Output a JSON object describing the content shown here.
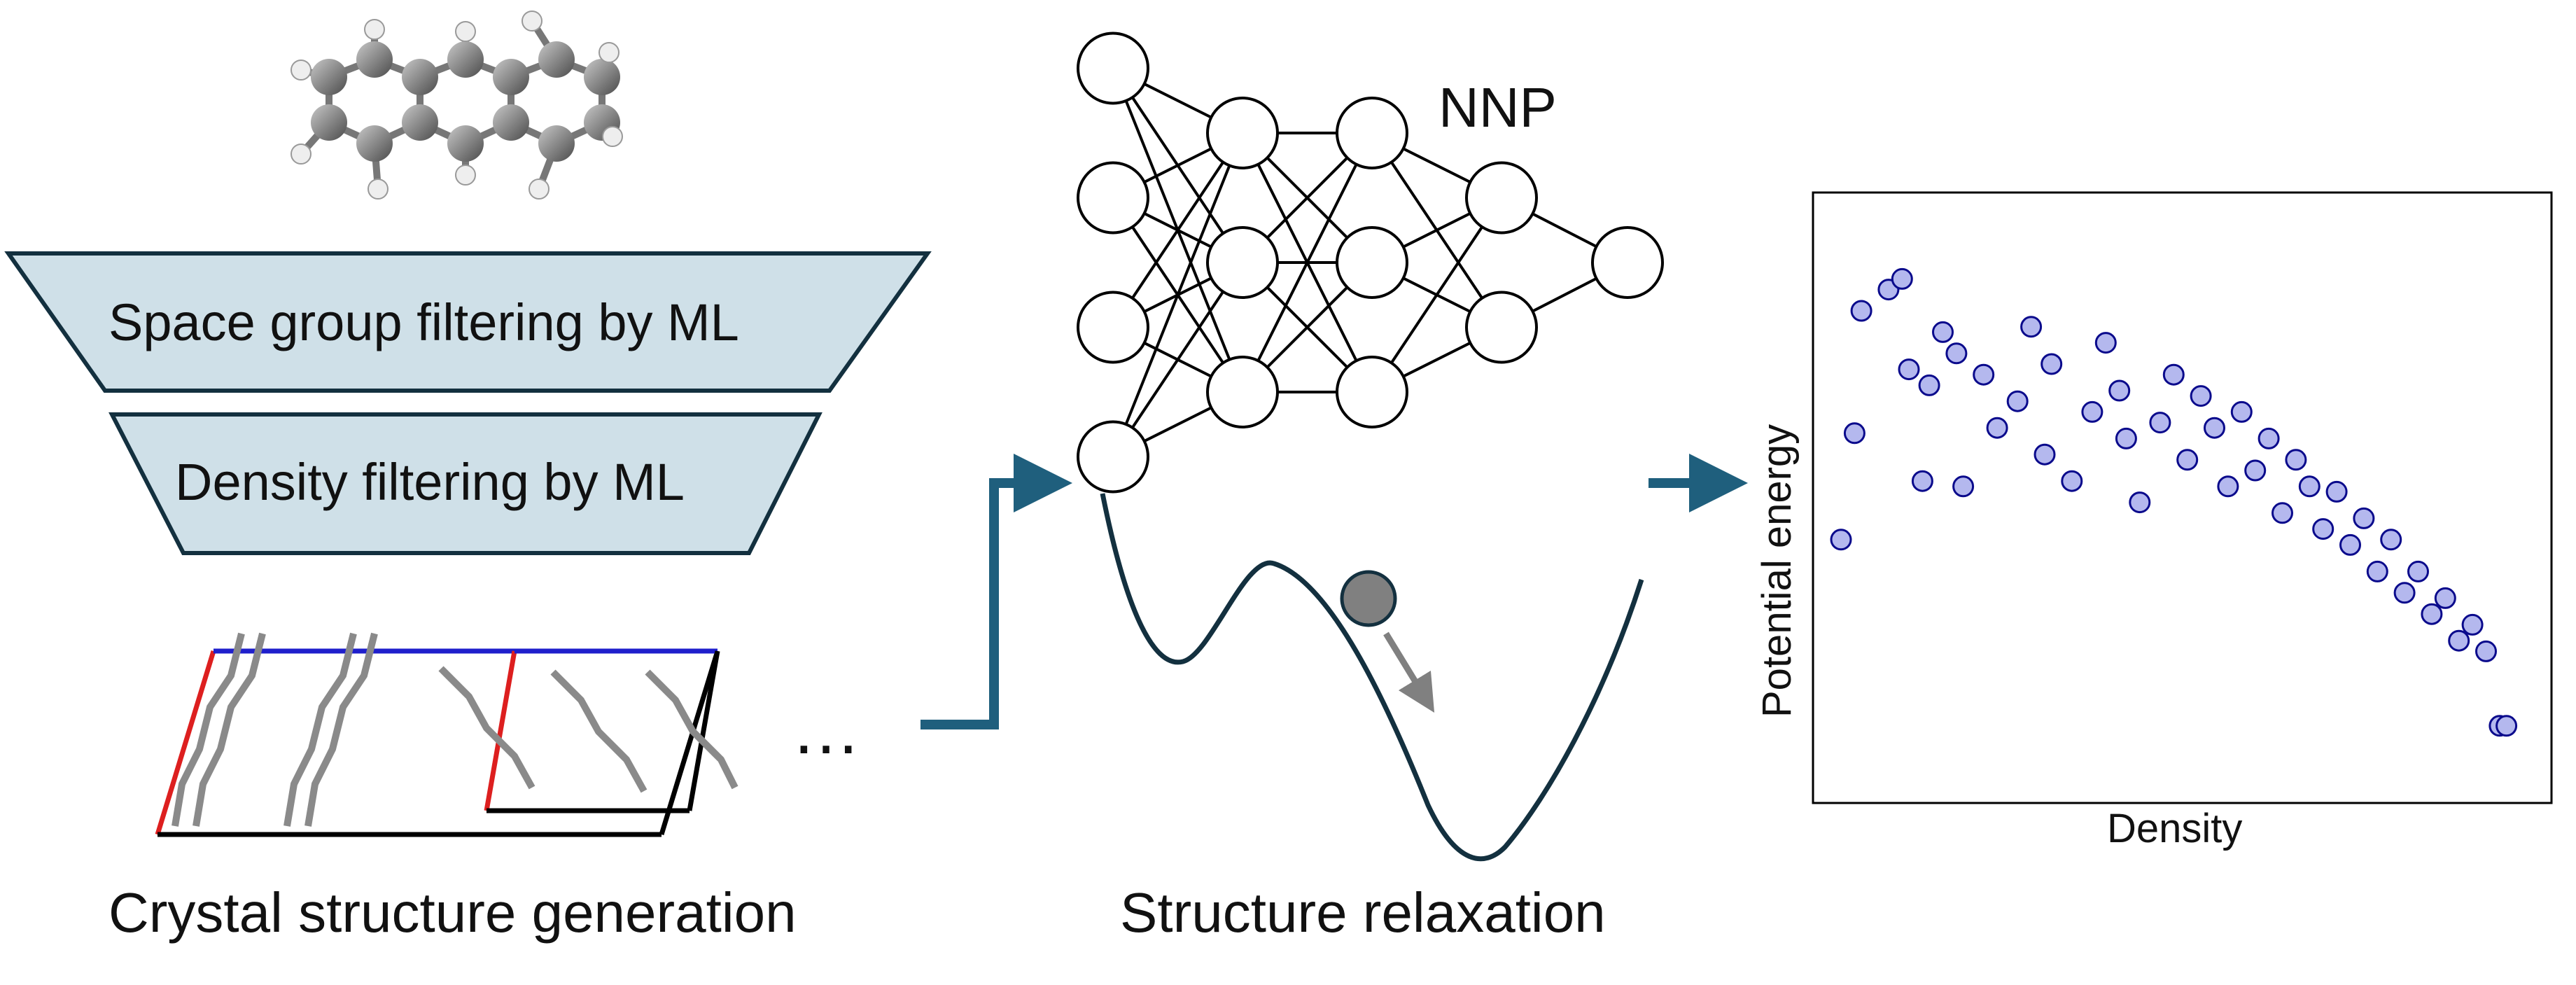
{
  "molecule": {
    "name": "anthracene",
    "icon": "molecule-3d-icon"
  },
  "funnel": {
    "stage1_label": "Space group filtering by ML",
    "stage2_label": "Density filtering by ML",
    "fill_color": "#cfe0e8",
    "stroke_color": "#13303f"
  },
  "generation": {
    "caption": "Crystal structure generation",
    "ellipsis": "…",
    "cell_edge_a_color": "#dd1f1f",
    "cell_edge_b_color": "#1f1fcc"
  },
  "network": {
    "label": "NNP",
    "layers": [
      4,
      3,
      3,
      2,
      1
    ]
  },
  "relaxation": {
    "caption": "Structure relaxation",
    "curve_color": "#13303f",
    "ball_color": "#808080"
  },
  "flow_arrow_color": "#1f5f7d",
  "chart_data": {
    "type": "scatter",
    "title": "",
    "xlabel": "Density",
    "ylabel": "Potential energy",
    "xlim": [
      0,
      1
    ],
    "ylim": [
      0,
      1
    ],
    "grid": false,
    "ticks_shown": false,
    "marker_fill": "#b4b8ee",
    "marker_edge": "#0a0a8c",
    "series": [
      {
        "points": [
          [
            0.03,
            0.85
          ],
          [
            0.07,
            0.89
          ],
          [
            0.09,
            0.91
          ],
          [
            0.02,
            0.62
          ],
          [
            0.0,
            0.42
          ],
          [
            0.1,
            0.74
          ],
          [
            0.13,
            0.71
          ],
          [
            0.15,
            0.81
          ],
          [
            0.17,
            0.77
          ],
          [
            0.12,
            0.53
          ],
          [
            0.18,
            0.52
          ],
          [
            0.21,
            0.73
          ],
          [
            0.23,
            0.63
          ],
          [
            0.26,
            0.68
          ],
          [
            0.28,
            0.82
          ],
          [
            0.3,
            0.58
          ],
          [
            0.31,
            0.75
          ],
          [
            0.34,
            0.53
          ],
          [
            0.37,
            0.66
          ],
          [
            0.39,
            0.79
          ],
          [
            0.41,
            0.7
          ],
          [
            0.42,
            0.61
          ],
          [
            0.44,
            0.49
          ],
          [
            0.47,
            0.64
          ],
          [
            0.49,
            0.73
          ],
          [
            0.51,
            0.57
          ],
          [
            0.53,
            0.69
          ],
          [
            0.55,
            0.63
          ],
          [
            0.57,
            0.52
          ],
          [
            0.59,
            0.66
          ],
          [
            0.61,
            0.55
          ],
          [
            0.63,
            0.61
          ],
          [
            0.65,
            0.47
          ],
          [
            0.67,
            0.57
          ],
          [
            0.69,
            0.52
          ],
          [
            0.71,
            0.44
          ],
          [
            0.73,
            0.51
          ],
          [
            0.75,
            0.41
          ],
          [
            0.77,
            0.46
          ],
          [
            0.79,
            0.36
          ],
          [
            0.81,
            0.42
          ],
          [
            0.83,
            0.32
          ],
          [
            0.85,
            0.36
          ],
          [
            0.87,
            0.28
          ],
          [
            0.89,
            0.31
          ],
          [
            0.91,
            0.23
          ],
          [
            0.93,
            0.26
          ],
          [
            0.95,
            0.21
          ],
          [
            0.97,
            0.07
          ],
          [
            0.98,
            0.07
          ]
        ]
      }
    ]
  }
}
